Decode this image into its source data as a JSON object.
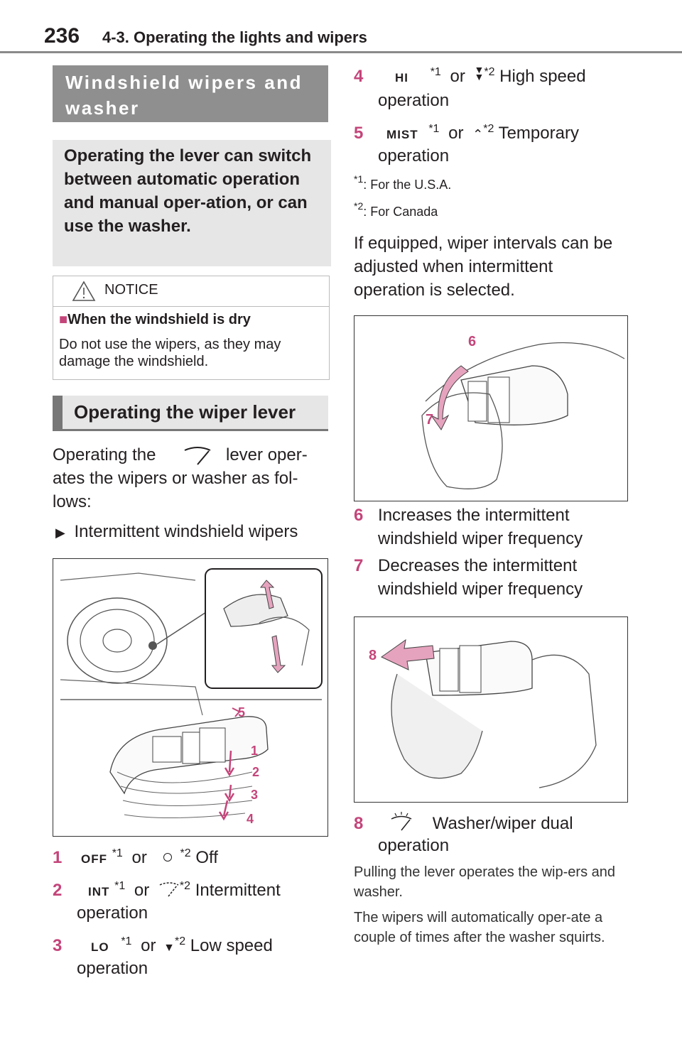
{
  "header": {
    "page_number": "236",
    "section": "4-3. Operating the lights and wipers"
  },
  "left": {
    "heading1": "Windshield wipers and washer",
    "summary": "Operating the lever can switch between automatic operation and manual oper-ation, or can use the washer.",
    "notice": {
      "title": "NOTICE",
      "subtitle": "When the windshield is dry",
      "body": "Do not use the wipers, as they may damage the windshield."
    },
    "heading2": "Operating the wiper lever",
    "intro_a": "Operating the",
    "intro_b": "lever oper-",
    "intro_c": "ates the wipers or washer as fol-",
    "intro_d": "lows:",
    "bullet": "Intermittent windshield wipers",
    "figure_callouts": [
      "5",
      "1",
      "2",
      "3",
      "4"
    ],
    "items": [
      {
        "num": "1",
        "code": "OFF",
        "sup1": "*1",
        "or": "or",
        "sup2": "*2",
        "text": "Off",
        "text2": ""
      },
      {
        "num": "2",
        "code": "INT",
        "sup1": "*1",
        "or": "or",
        "sup2": "*2",
        "text": "Intermittent",
        "text2": "operation"
      },
      {
        "num": "3",
        "code": "LO",
        "sup1": "*1",
        "or": "or",
        "sup2": "*2",
        "text": "Low speed",
        "text2": "operation"
      }
    ]
  },
  "right": {
    "items": [
      {
        "num": "4",
        "code": "HI",
        "sup1": "*1",
        "or": "or",
        "sup2": "*2",
        "text": "High speed",
        "text2": "operation"
      },
      {
        "num": "5",
        "code": "MIST",
        "sup1": "*1",
        "or": "or",
        "sup2": "*2",
        "text": "Temporary",
        "text2": "operation"
      }
    ],
    "footnotes": [
      {
        "mark": "*1",
        "text": ": For the U.S.A."
      },
      {
        "mark": "*2",
        "text": ": For Canada"
      }
    ],
    "interval_text": "If equipped, wiper intervals can be adjusted when intermittent operation is selected.",
    "figure2_callouts": [
      "6",
      "7"
    ],
    "items2": [
      {
        "num": "6",
        "text": "Increases the intermittent",
        "text2": "windshield wiper frequency"
      },
      {
        "num": "7",
        "text": "Decreases the intermittent",
        "text2": "windshield wiper frequency"
      }
    ],
    "figure3_callouts": [
      "8"
    ],
    "item8": {
      "num": "8",
      "text": "Washer/wiper dual",
      "text2": "operation"
    },
    "pull_text": "Pulling the lever operates the wip-ers and washer.",
    "auto_text": "The wipers will automatically oper-ate a couple of times after the washer squirts."
  },
  "colors": {
    "accent": "#c4457a",
    "heading_bg": "#e6e6e6",
    "heading_bar": "#777777"
  }
}
